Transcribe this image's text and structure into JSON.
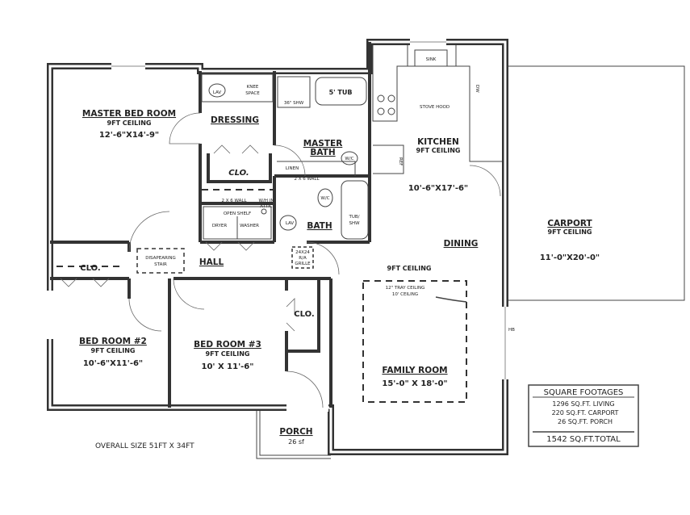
{
  "rooms": {
    "master_bed": {
      "name": "MASTER BED ROOM",
      "ceiling": "9FT CEILING",
      "size": "12'-6\"X14'-9\""
    },
    "dressing": {
      "name": "DRESSING",
      "lav": "LAV",
      "knee_space": [
        "KNEE",
        "SPACE"
      ],
      "closet": "CLO."
    },
    "master_bath": {
      "name": [
        "MASTER",
        "BATH"
      ],
      "tub": "5' TUB",
      "shower": "36\" SHW",
      "wc": "W/C",
      "linen": "LINEN"
    },
    "kitchen": {
      "name": "KITCHEN",
      "ceiling": "9FT CEILING",
      "size": "10'-6\"X17'-6\"",
      "sink": "SINK",
      "stove_hood": "STOVE HOOD",
      "dw": "DW",
      "ref": "REF"
    },
    "carport": {
      "name": "CARPORT",
      "ceiling": "9FT CEILING",
      "size": "11'-0\"X20'-0\""
    },
    "bath": {
      "name": "BATH",
      "wc": "W/C",
      "lav": "LAV",
      "tub": [
        "TUB/",
        "SHW"
      ],
      "wall_note": "2 X 6 WALL"
    },
    "laundry": {
      "wall_note": "2 X 6 WALL",
      "attic": [
        "W/H IN",
        "ATTIC"
      ],
      "shelf": "OPEN SHELF",
      "dryer": "DRYER",
      "washer": "WASHER"
    },
    "hall": {
      "name": "HALL",
      "stair": [
        "DISAPEARING",
        "STAIR"
      ],
      "grille": [
        "24X24",
        "R/A",
        "GRILLE"
      ]
    },
    "dining": {
      "name": "DINING"
    },
    "family_room": {
      "name": "FAMILY ROOM",
      "ceiling": "9FT CEILING",
      "size": "15'-0\" X 18'-0\"",
      "tray": [
        "12\" TRAY CEILING",
        "10' CEILING"
      ],
      "hb": "HB"
    },
    "bed2": {
      "name": "BED ROOM #2",
      "ceiling": "9FT CEILING",
      "size": "10'-6\"X11'-6\"",
      "closet": "CLO."
    },
    "bed3": {
      "name": "BED ROOM #3",
      "ceiling": "9FT CEILING",
      "size": "10' X 11'-6\"",
      "closet": "CLO."
    },
    "porch": {
      "name": "PORCH",
      "area": "26 sf"
    }
  },
  "overall_size": "OVERALL SIZE  51FT X 34FT",
  "square_footages": {
    "title": "SQUARE FOOTAGES",
    "lines": [
      "1296 SQ.FT. LIVING",
      "220 SQ.FT. CARPORT",
      "26 SQ.FT. PORCH"
    ],
    "total": "1542 SQ.FT.TOTAL"
  }
}
